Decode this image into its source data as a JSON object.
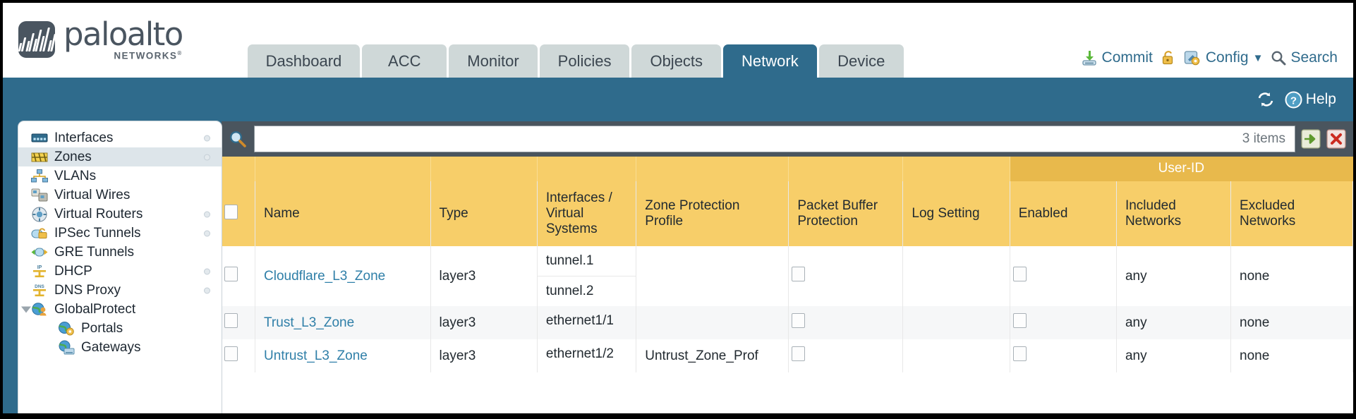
{
  "brand": {
    "name": "paloalto",
    "sub": "NETWORKS",
    "sub_mark": "®",
    "logo_icon": "paloalto-logo-icon"
  },
  "header": {
    "tabs": [
      {
        "label": "Dashboard",
        "active": false
      },
      {
        "label": "ACC",
        "active": false
      },
      {
        "label": "Monitor",
        "active": false
      },
      {
        "label": "Policies",
        "active": false
      },
      {
        "label": "Objects",
        "active": false
      },
      {
        "label": "Network",
        "active": true
      },
      {
        "label": "Device",
        "active": false
      }
    ],
    "actions": {
      "commit": "Commit",
      "commit_icon": "commit-save-icon",
      "lock_icon": "padlock-icon",
      "config": "Config",
      "config_icon": "config-wrench-icon",
      "config_caret": "▼",
      "search": "Search",
      "search_icon": "magnifier-icon"
    },
    "bluebar": {
      "refresh_icon": "refresh-icon",
      "help": "Help",
      "help_icon": "help-question-icon"
    }
  },
  "sidebar": {
    "items": [
      {
        "label": "Interfaces",
        "icon": "interfaces-icon",
        "selected": false,
        "child": false,
        "dot": true,
        "caret": false
      },
      {
        "label": "Zones",
        "icon": "zones-icon",
        "selected": true,
        "child": false,
        "dot": true,
        "caret": false
      },
      {
        "label": "VLANs",
        "icon": "vlans-icon",
        "selected": false,
        "child": false,
        "dot": false,
        "caret": false
      },
      {
        "label": "Virtual Wires",
        "icon": "virtual-wires-icon",
        "selected": false,
        "child": false,
        "dot": false,
        "caret": false
      },
      {
        "label": "Virtual Routers",
        "icon": "virtual-routers-icon",
        "selected": false,
        "child": false,
        "dot": true,
        "caret": false
      },
      {
        "label": "IPSec Tunnels",
        "icon": "ipsec-tunnels-icon",
        "selected": false,
        "child": false,
        "dot": true,
        "caret": false
      },
      {
        "label": "GRE Tunnels",
        "icon": "gre-tunnels-icon",
        "selected": false,
        "child": false,
        "dot": false,
        "caret": false
      },
      {
        "label": "DHCP",
        "icon": "dhcp-icon",
        "selected": false,
        "child": false,
        "dot": true,
        "caret": false
      },
      {
        "label": "DNS Proxy",
        "icon": "dns-proxy-icon",
        "selected": false,
        "child": false,
        "dot": true,
        "caret": false
      },
      {
        "label": "GlobalProtect",
        "icon": "globalprotect-icon",
        "selected": false,
        "child": false,
        "dot": false,
        "caret": true
      },
      {
        "label": "Portals",
        "icon": "portals-icon",
        "selected": false,
        "child": true,
        "dot": false,
        "caret": false
      },
      {
        "label": "Gateways",
        "icon": "gateways-icon",
        "selected": false,
        "child": true,
        "dot": false,
        "caret": false
      }
    ]
  },
  "toolbar": {
    "search_icon": "magnifier-icon",
    "search_value": "",
    "search_placeholder": "",
    "item_count": "3 items",
    "apply_icon": "apply-arrow-icon",
    "clear_icon": "clear-x-icon"
  },
  "table": {
    "group_header": {
      "label": "User-ID",
      "span": 3
    },
    "columns": [
      "Name",
      "Type",
      "Interfaces / Virtual Systems",
      "Zone Protection Profile",
      "Packet Buffer Protection",
      "Log Setting",
      "Enabled",
      "Included Networks",
      "Excluded Networks"
    ],
    "select_all_checked": false,
    "rows": [
      {
        "selected": false,
        "name": "Cloudflare_L3_Zone",
        "type": "layer3",
        "interfaces": [
          "tunnel.1",
          "tunnel.2"
        ],
        "zone_protection_profile": "",
        "packet_buffer_protection": false,
        "log_setting": "",
        "userid_enabled": false,
        "included_networks": "any",
        "excluded_networks": "none"
      },
      {
        "selected": false,
        "name": "Trust_L3_Zone",
        "type": "layer3",
        "interfaces": [
          "ethernet1/1"
        ],
        "zone_protection_profile": "",
        "packet_buffer_protection": false,
        "log_setting": "",
        "userid_enabled": false,
        "included_networks": "any",
        "excluded_networks": "none"
      },
      {
        "selected": false,
        "name": "Untrust_L3_Zone",
        "type": "layer3",
        "interfaces": [
          "ethernet1/2"
        ],
        "zone_protection_profile": "Untrust_Zone_Prof",
        "packet_buffer_protection": false,
        "log_setting": "",
        "userid_enabled": false,
        "included_networks": "any",
        "excluded_networks": "none"
      }
    ]
  },
  "colors": {
    "brand_blue": "#2f6b8c",
    "tab_inactive": "#cfd8d8",
    "header_gold": "#f7ce69",
    "group_gold": "#e8b94c",
    "link_blue": "#2f7fa8",
    "panel_dark": "#4a555e"
  }
}
